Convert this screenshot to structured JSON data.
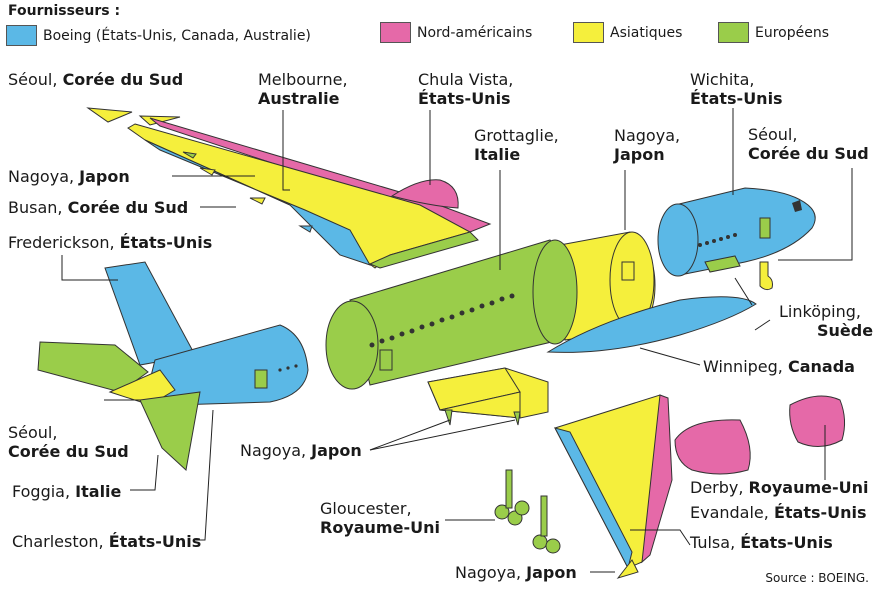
{
  "legend": {
    "title": "Fournisseurs :",
    "items": [
      {
        "label": "Boeing (États-Unis, Canada, Australie)",
        "color": "#5bb8e6"
      },
      {
        "label": "Nord-américains",
        "color": "#e569a8"
      },
      {
        "label": "Asiatiques",
        "color": "#f5ef3c"
      },
      {
        "label": "Européens",
        "color": "#9acd4a"
      }
    ]
  },
  "labels": {
    "seoul_wing": {
      "city": "Séoul,",
      "country": "Corée du Sud"
    },
    "melbourne": {
      "city": "Melbourne,",
      "country": "Australie"
    },
    "chula": {
      "city": "Chula Vista,",
      "country": "États-Unis"
    },
    "wichita": {
      "city": "Wichita,",
      "country": "États-Unis"
    },
    "grottaglie": {
      "city": "Grottaglie,",
      "country": "Italie"
    },
    "nagoya_body": {
      "city": "Nagoya,",
      "country": "Japon"
    },
    "seoul_nose": {
      "city": "Séoul,",
      "country": "Corée du Sud"
    },
    "nagoya_wing": {
      "city": "Nagoya,",
      "country": "Japon"
    },
    "busan": {
      "city": "Busan,",
      "country": "Corée du Sud"
    },
    "fredrickson": {
      "city": "Frederickson,",
      "country": "États-Unis"
    },
    "linkoping": {
      "city": "Linköping,",
      "country": "Suède"
    },
    "winnipeg": {
      "city": "Winnipeg,",
      "country": "Canada"
    },
    "seoul_tail": {
      "city": "Séoul,",
      "country": "Corée du Sud"
    },
    "nagoya_box": {
      "city": "Nagoya,",
      "country": "Japon"
    },
    "foggia": {
      "city": "Foggia,",
      "country": "Italie"
    },
    "gloucester": {
      "city": "Gloucester,",
      "country": "Royaume-Uni"
    },
    "derby": {
      "city": "Derby,",
      "country": "Royaume-Uni"
    },
    "evandale": {
      "city": "Evandale,",
      "country": "États-Unis"
    },
    "charleston": {
      "city": "Charleston,",
      "country": "États-Unis"
    },
    "tulsa": {
      "city": "Tulsa,",
      "country": "États-Unis"
    },
    "nagoya_tip": {
      "city": "Nagoya,",
      "country": "Japon"
    }
  },
  "source": "Source : BOEING."
}
